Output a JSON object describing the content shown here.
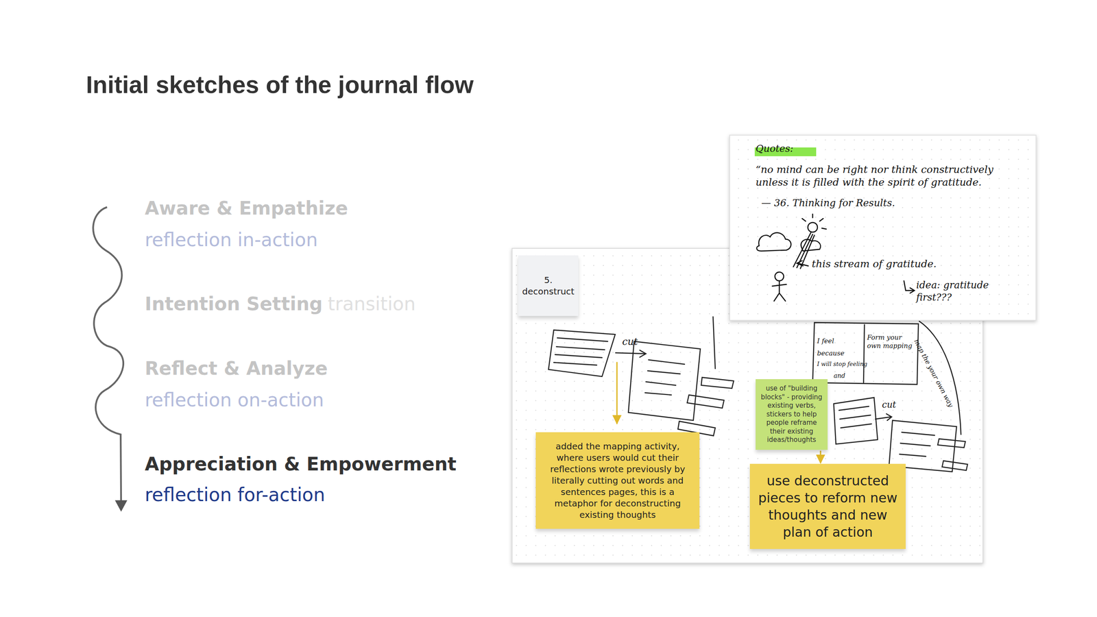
{
  "diagram": {
    "title": "Initial sketches of the journal flow",
    "nodes": [
      {
        "text": [
          "5. deconstruct"
        ]
      },
      {
        "text": [
          "added the mapping activity, where users would cut their reflections wrote previously by literally cutting out words and sentences pages, this is a metaphor for deconstructing existing thoughts"
        ]
      },
      {
        "text": [
          "use of \"building blocks\" - providing existing verbs, stickers to help people reframe their existing ideas/thoughts"
        ]
      },
      {
        "text": [
          "use deconstructed pieces to reform new thoughts and new plan of action"
        ]
      }
    ],
    "edges": [
      {
        "from": 2,
        "to": 3,
        "arrow": "to"
      }
    ],
    "labels": [
      "Aware & Empathize",
      "reflection in-action",
      "Intention Setting",
      "transition",
      "Reflect & Analyze",
      "reflection on-action",
      "Appreciation & Empowerment",
      "reflection for-action",
      "Quotes:",
      "“no mind can be right nor think constructively unless it is filled with the spirit of gratitude.",
      "— 36. Thinking for Results.",
      "this stream of gratitude.",
      "idea: gratitude first???",
      "cut",
      "cut",
      "I feel",
      "because",
      "I will stop feeling",
      "and",
      "Form your own mapping",
      "map the your own way"
    ]
  }
}
